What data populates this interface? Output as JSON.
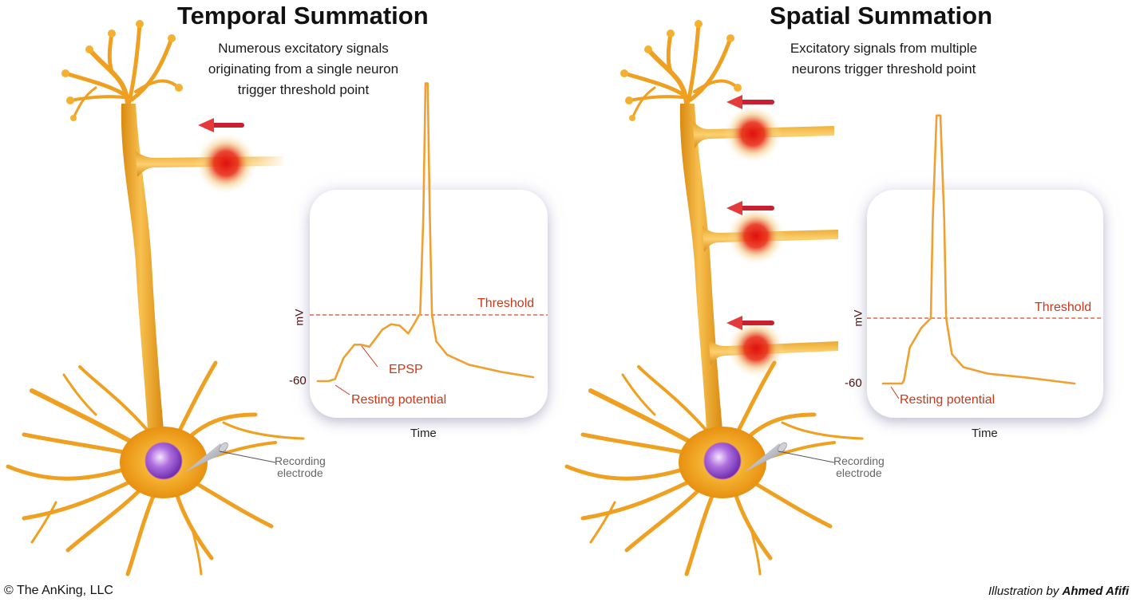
{
  "panels": [
    {
      "id": "temporal",
      "title": "Temporal Summation",
      "subtitle_lines": [
        "Numerous excitatory signals",
        "originating from a single neuron",
        "trigger threshold point"
      ],
      "num_input_axons": 1,
      "electrode_label_lines": [
        "Recording",
        "electrode"
      ]
    },
    {
      "id": "spatial",
      "title": "Spatial Summation",
      "subtitle_lines": [
        "Excitatory signals from multiple",
        "neurons trigger threshold point"
      ],
      "num_input_axons": 3,
      "electrode_label_lines": [
        "Recording",
        "electrode"
      ]
    }
  ],
  "colors": {
    "neuron": "#f0a020",
    "trace": "#f0a030",
    "threshold": "#d04a2a",
    "label_red": "#c8381a",
    "arrow": "#d42a32",
    "nucleus": "#9a50d0"
  },
  "chart_data": [
    {
      "type": "line",
      "title": "Temporal Summation membrane potential",
      "xlabel": "Time",
      "ylabel": "mV",
      "yticks": [
        "-60"
      ],
      "threshold_label": "Threshold",
      "annotations": [
        "EPSP",
        "Resting potential"
      ],
      "y_units_note": "relative: 0 = resting (-60 mV), 1 = threshold",
      "series": [
        {
          "name": "membrane potential",
          "x": [
            0,
            0.05,
            0.08,
            0.12,
            0.17,
            0.2,
            0.24,
            0.3,
            0.34,
            0.38,
            0.42,
            0.45,
            0.47,
            0.475,
            0.49,
            0.5,
            0.51,
            0.52,
            0.53,
            0.55,
            0.6,
            0.7,
            0.85,
            1.0
          ],
          "y": [
            0,
            0,
            0.03,
            0.35,
            0.55,
            0.55,
            0.52,
            0.78,
            0.86,
            0.84,
            0.72,
            0.88,
            1.0,
            1.0,
            2.5,
            4.5,
            4.5,
            2.5,
            1.0,
            0.6,
            0.4,
            0.25,
            0.14,
            0.06
          ]
        }
      ]
    },
    {
      "type": "line",
      "title": "Spatial Summation membrane potential",
      "xlabel": "Time",
      "ylabel": "mV",
      "yticks": [
        "-60"
      ],
      "threshold_label": "Threshold",
      "annotations": [
        "Resting potential"
      ],
      "y_units_note": "relative: 0 = resting (-60 mV), 1 = threshold",
      "series": [
        {
          "name": "membrane potential",
          "x": [
            0,
            0.1,
            0.11,
            0.14,
            0.2,
            0.25,
            0.26,
            0.28,
            0.3,
            0.32,
            0.33,
            0.36,
            0.42,
            0.55,
            0.75,
            1.0
          ],
          "y": [
            0,
            0,
            0.05,
            0.55,
            0.85,
            1.0,
            2.5,
            4.1,
            4.1,
            2.5,
            1.0,
            0.45,
            0.25,
            0.15,
            0.09,
            0.0
          ]
        }
      ]
    }
  ],
  "footer": {
    "copyright": "© The AnKing, LLC",
    "credit_prefix": "Illustration by ",
    "credit_name": "Ahmed Afifi"
  }
}
